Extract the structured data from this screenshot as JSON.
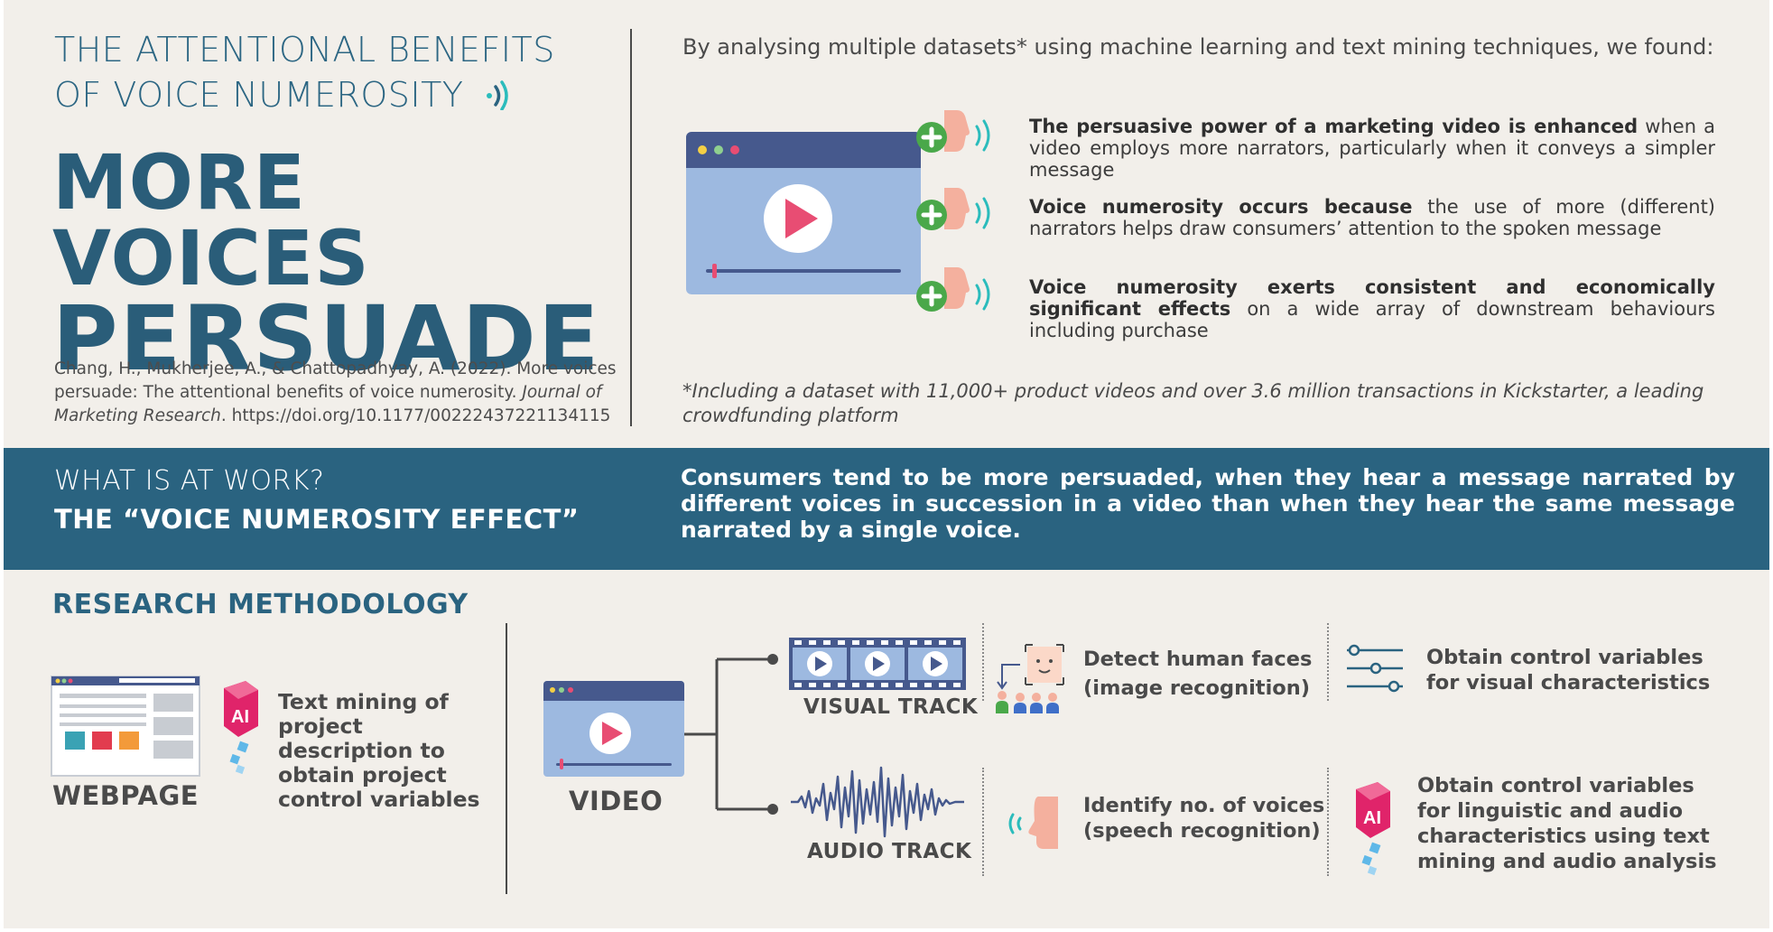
{
  "header": {
    "subtitle_line1": "THE ATTENTIONAL BENEFITS",
    "subtitle_line2": "OF VOICE NUMEROSITY",
    "headline_line1": "MORE VOICES",
    "headline_line2": "PERSUADE"
  },
  "citation": {
    "authors": "Chang, H., Mukherjee, A., & Chattopadhyay, A. (2022). More voices persuade: The attentional benefits of voice numerosity.",
    "journal": "Journal of Marketing Research",
    "doi": ". https://doi.org/10.1177/00222437221134115"
  },
  "findings": {
    "intro": "By analysing multiple datasets* using machine learning and text mining techniques, we found:",
    "items": [
      {
        "bold": "The persuasive power of a marketing video is enhanced",
        "text": " when a video employs more narrators, particularly when it conveys a simpler message"
      },
      {
        "bold": "Voice numerosity occurs because",
        "text": " the use of more (different) narrators helps draw consumers’ attention to the spoken message"
      },
      {
        "bold": "Voice numerosity exerts consistent and economically significant effects",
        "text": " on a wide array of downstream behaviours including purchase"
      }
    ],
    "footnote": "*Including a dataset with 11,000+ product videos and over 3.6 million transactions in Kickstarter, a leading crowdfunding platform"
  },
  "banner": {
    "question": "WHAT IS AT WORK?",
    "title": "THE “VOICE NUMEROSITY EFFECT”",
    "description": "Consumers tend to be more persuaded, when they hear a message narrated by different voices in succession in a video than when they hear the same message narrated by a single voice."
  },
  "methodology": {
    "title": "RESEARCH METHODOLOGY",
    "webpage_label": "WEBPAGE",
    "webpage_text": "Text mining of project description to obtain project control variables",
    "ai_label": "AI",
    "video_label": "VIDEO",
    "visual_track_label": "VISUAL TRACK",
    "audio_track_label": "AUDIO TRACK",
    "visual_step1": "Detect human faces (image recognition)",
    "visual_step2": "Obtain control variables for visual characteristics",
    "audio_step1": "Identify no. of voices (speech recognition)",
    "audio_step2": "Obtain control variables for linguistic and audio characteristics using text mining and audio analysis"
  },
  "colors": {
    "background": "#f2efea",
    "primary_blue": "#2a6380",
    "heading_blue": "#2a5d79",
    "video_light": "#9db9e0",
    "video_dark": "#46598d",
    "play_pink": "#e84d73",
    "plus_green": "#4aa84a",
    "wave_teal": "#2bbcbc",
    "ai_pink": "#e0246a"
  },
  "icons": [
    "sound-wave-icon",
    "video-player-icon",
    "plus-icon",
    "speaking-head-icon",
    "webpage-icon",
    "ai-chip-icon",
    "film-strip-icon",
    "audio-waveform-icon",
    "face-detect-icon",
    "sliders-icon"
  ]
}
